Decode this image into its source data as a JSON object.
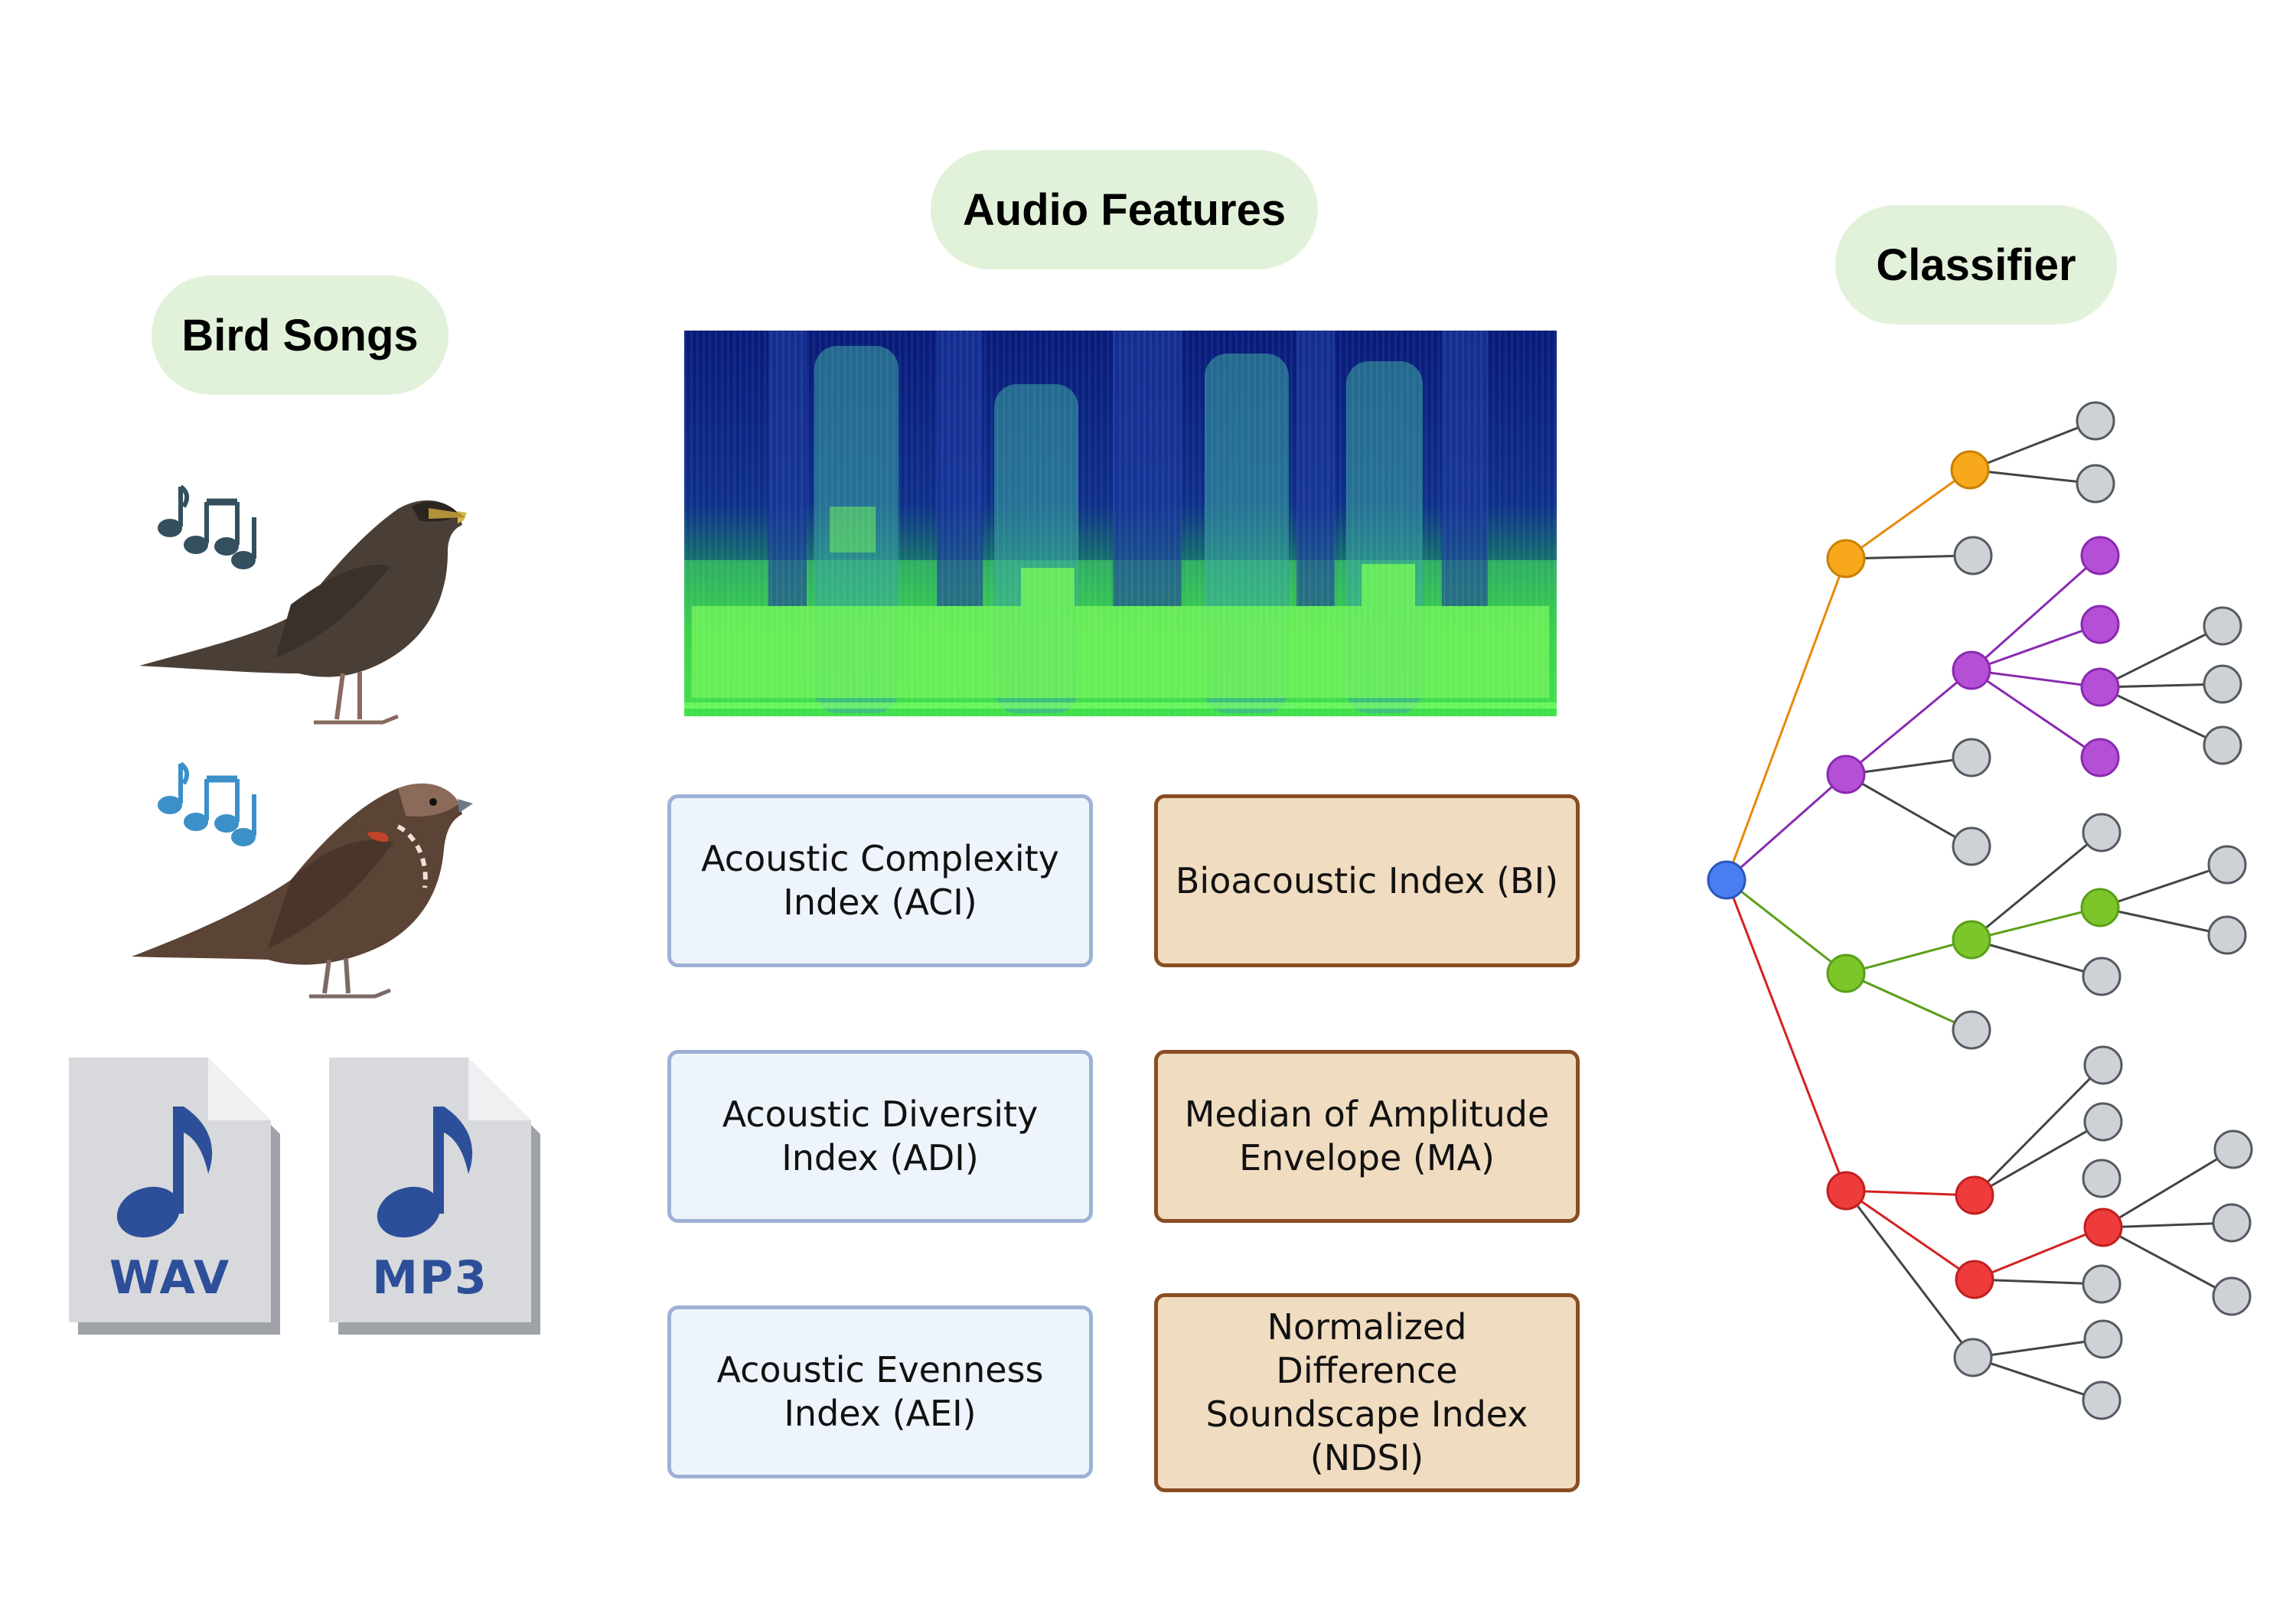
{
  "headers": {
    "bird_songs": "Bird Songs",
    "audio_features": "Audio Features",
    "classifier": "Classifier"
  },
  "file_formats": [
    "WAV",
    "MP3"
  ],
  "indices_left": [
    "Acoustic Complexity\nIndex (ACI)",
    "Acoustic Diversity\nIndex (ADI)",
    "Acoustic Evenness\nIndex (AEI)"
  ],
  "indices_right": [
    "Bioacoustic Index (BI)",
    "Median of Amplitude\nEnvelope (MA)",
    "Normalized\nDifference\nSoundscape Index\n(NDSI)"
  ],
  "colors": {
    "pill_bg": "#e2f2da",
    "blue_box_border": "#9db1d6",
    "tan_box_border": "#8a4d22",
    "root_node": "#4a7ef0",
    "orange": "#f7a81b",
    "purple": "#b44fd6",
    "green": "#7cc62a",
    "red": "#ee3b3b",
    "gray_node": "#ced1d6"
  },
  "icons": [
    "music-notes-icon",
    "bird-illustration",
    "audio-file-icon",
    "spectrogram-image",
    "decision-tree-diagram"
  ]
}
